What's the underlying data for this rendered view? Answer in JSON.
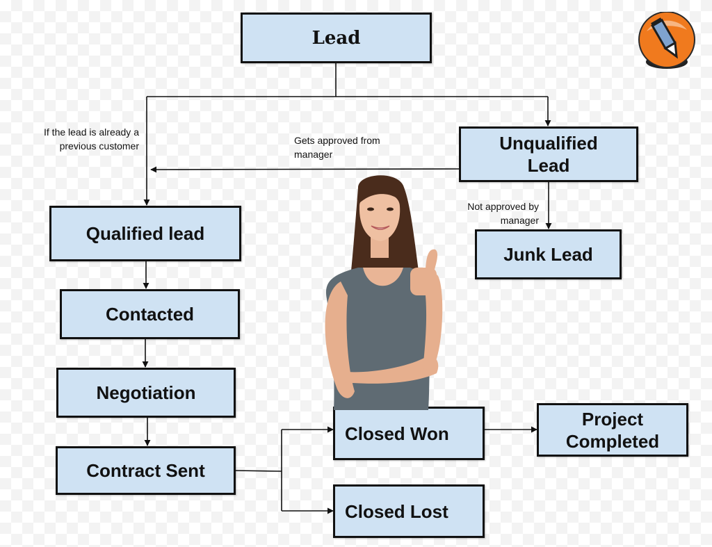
{
  "diagram": {
    "nodes": {
      "lead": "Lead",
      "unqualified": "Unqualified Lead",
      "qualified": "Qualified lead",
      "junk": "Junk Lead",
      "contacted": "Contacted",
      "negotiation": "Negotiation",
      "contract_sent": "Contract Sent",
      "closed_won": "Closed Won",
      "closed_lost": "Closed Lost",
      "project_completed": "Project Completed"
    },
    "edge_labels": {
      "previous_customer": "If the lead is already a previous customer",
      "approved": "Gets approved from manager",
      "not_approved": "Not approved by manager"
    },
    "colors": {
      "box_fill": "#cfe2f3",
      "box_border": "#111111",
      "line": "#111111",
      "logo": "#f07a1e"
    },
    "images": {
      "illustration": "smiling-woman-thumbs-up",
      "logo": "pencil-logo-icon"
    }
  }
}
